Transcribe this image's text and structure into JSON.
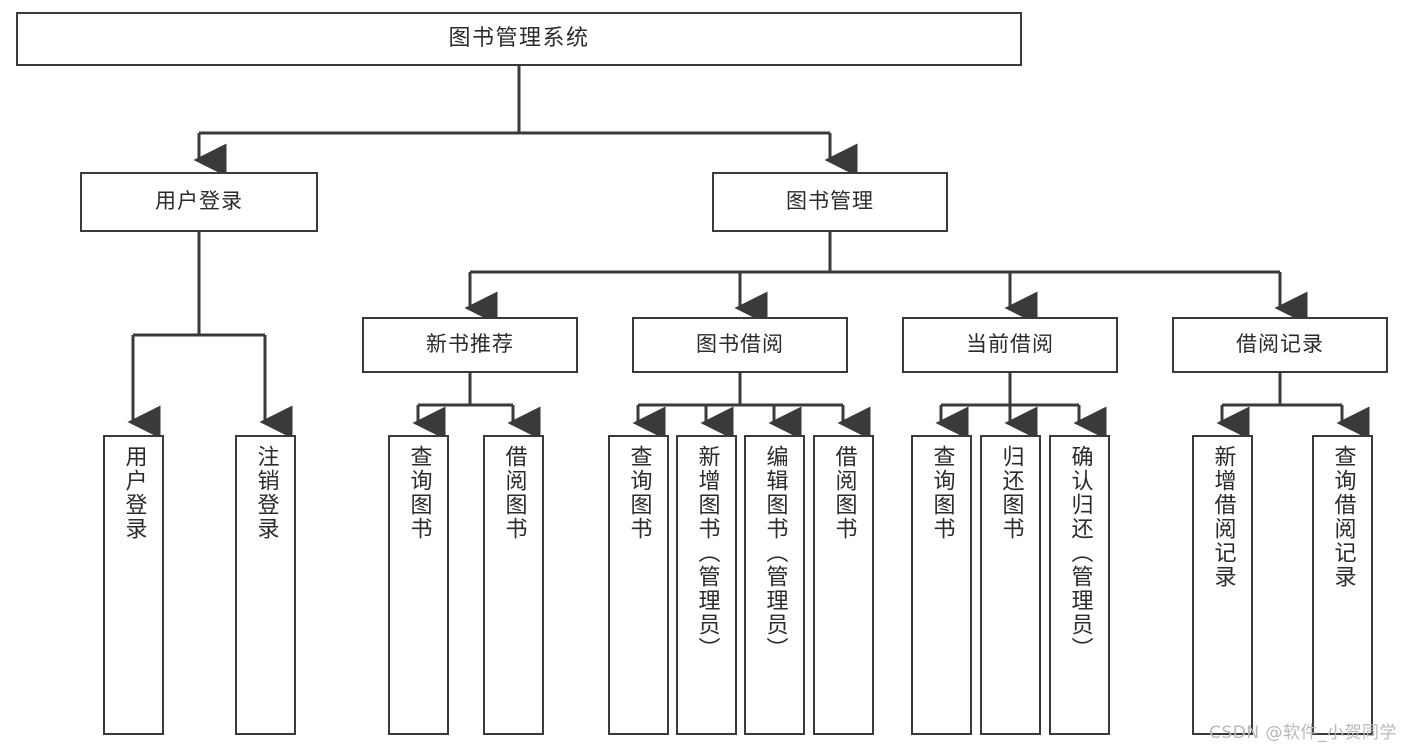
{
  "diagram": {
    "title_node": {
      "label": "图书管理系统"
    },
    "level2": [
      {
        "label": "用户登录"
      },
      {
        "label": "图书管理"
      }
    ],
    "level3": [
      {
        "label": "新书推荐"
      },
      {
        "label": "图书借阅"
      },
      {
        "label": "当前借阅"
      },
      {
        "label": "借阅记录"
      }
    ],
    "leaves": {
      "user_login": [
        {
          "label": "用户登录"
        },
        {
          "label": "注销登录"
        }
      ],
      "new_book_recommend": [
        {
          "label": "查询图书"
        },
        {
          "label": "借阅图书"
        }
      ],
      "book_borrow": [
        {
          "label": "查询图书"
        },
        {
          "label": "新增图书（管理员）"
        },
        {
          "label": "编辑图书（管理员）"
        },
        {
          "label": "借阅图书"
        }
      ],
      "current_borrow": [
        {
          "label": "查询图书"
        },
        {
          "label": "归还图书"
        },
        {
          "label": "确认归还（管理员）"
        }
      ],
      "borrow_record": [
        {
          "label": "新增借阅记录"
        },
        {
          "label": "查询借阅记录"
        }
      ]
    }
  },
  "watermark": {
    "text": "CSDN @软件_小贺同学"
  },
  "colors": {
    "stroke": "#3a3a3a",
    "background": "#ffffff",
    "text": "#2b2b2b",
    "watermark": "#b9b9b9"
  }
}
